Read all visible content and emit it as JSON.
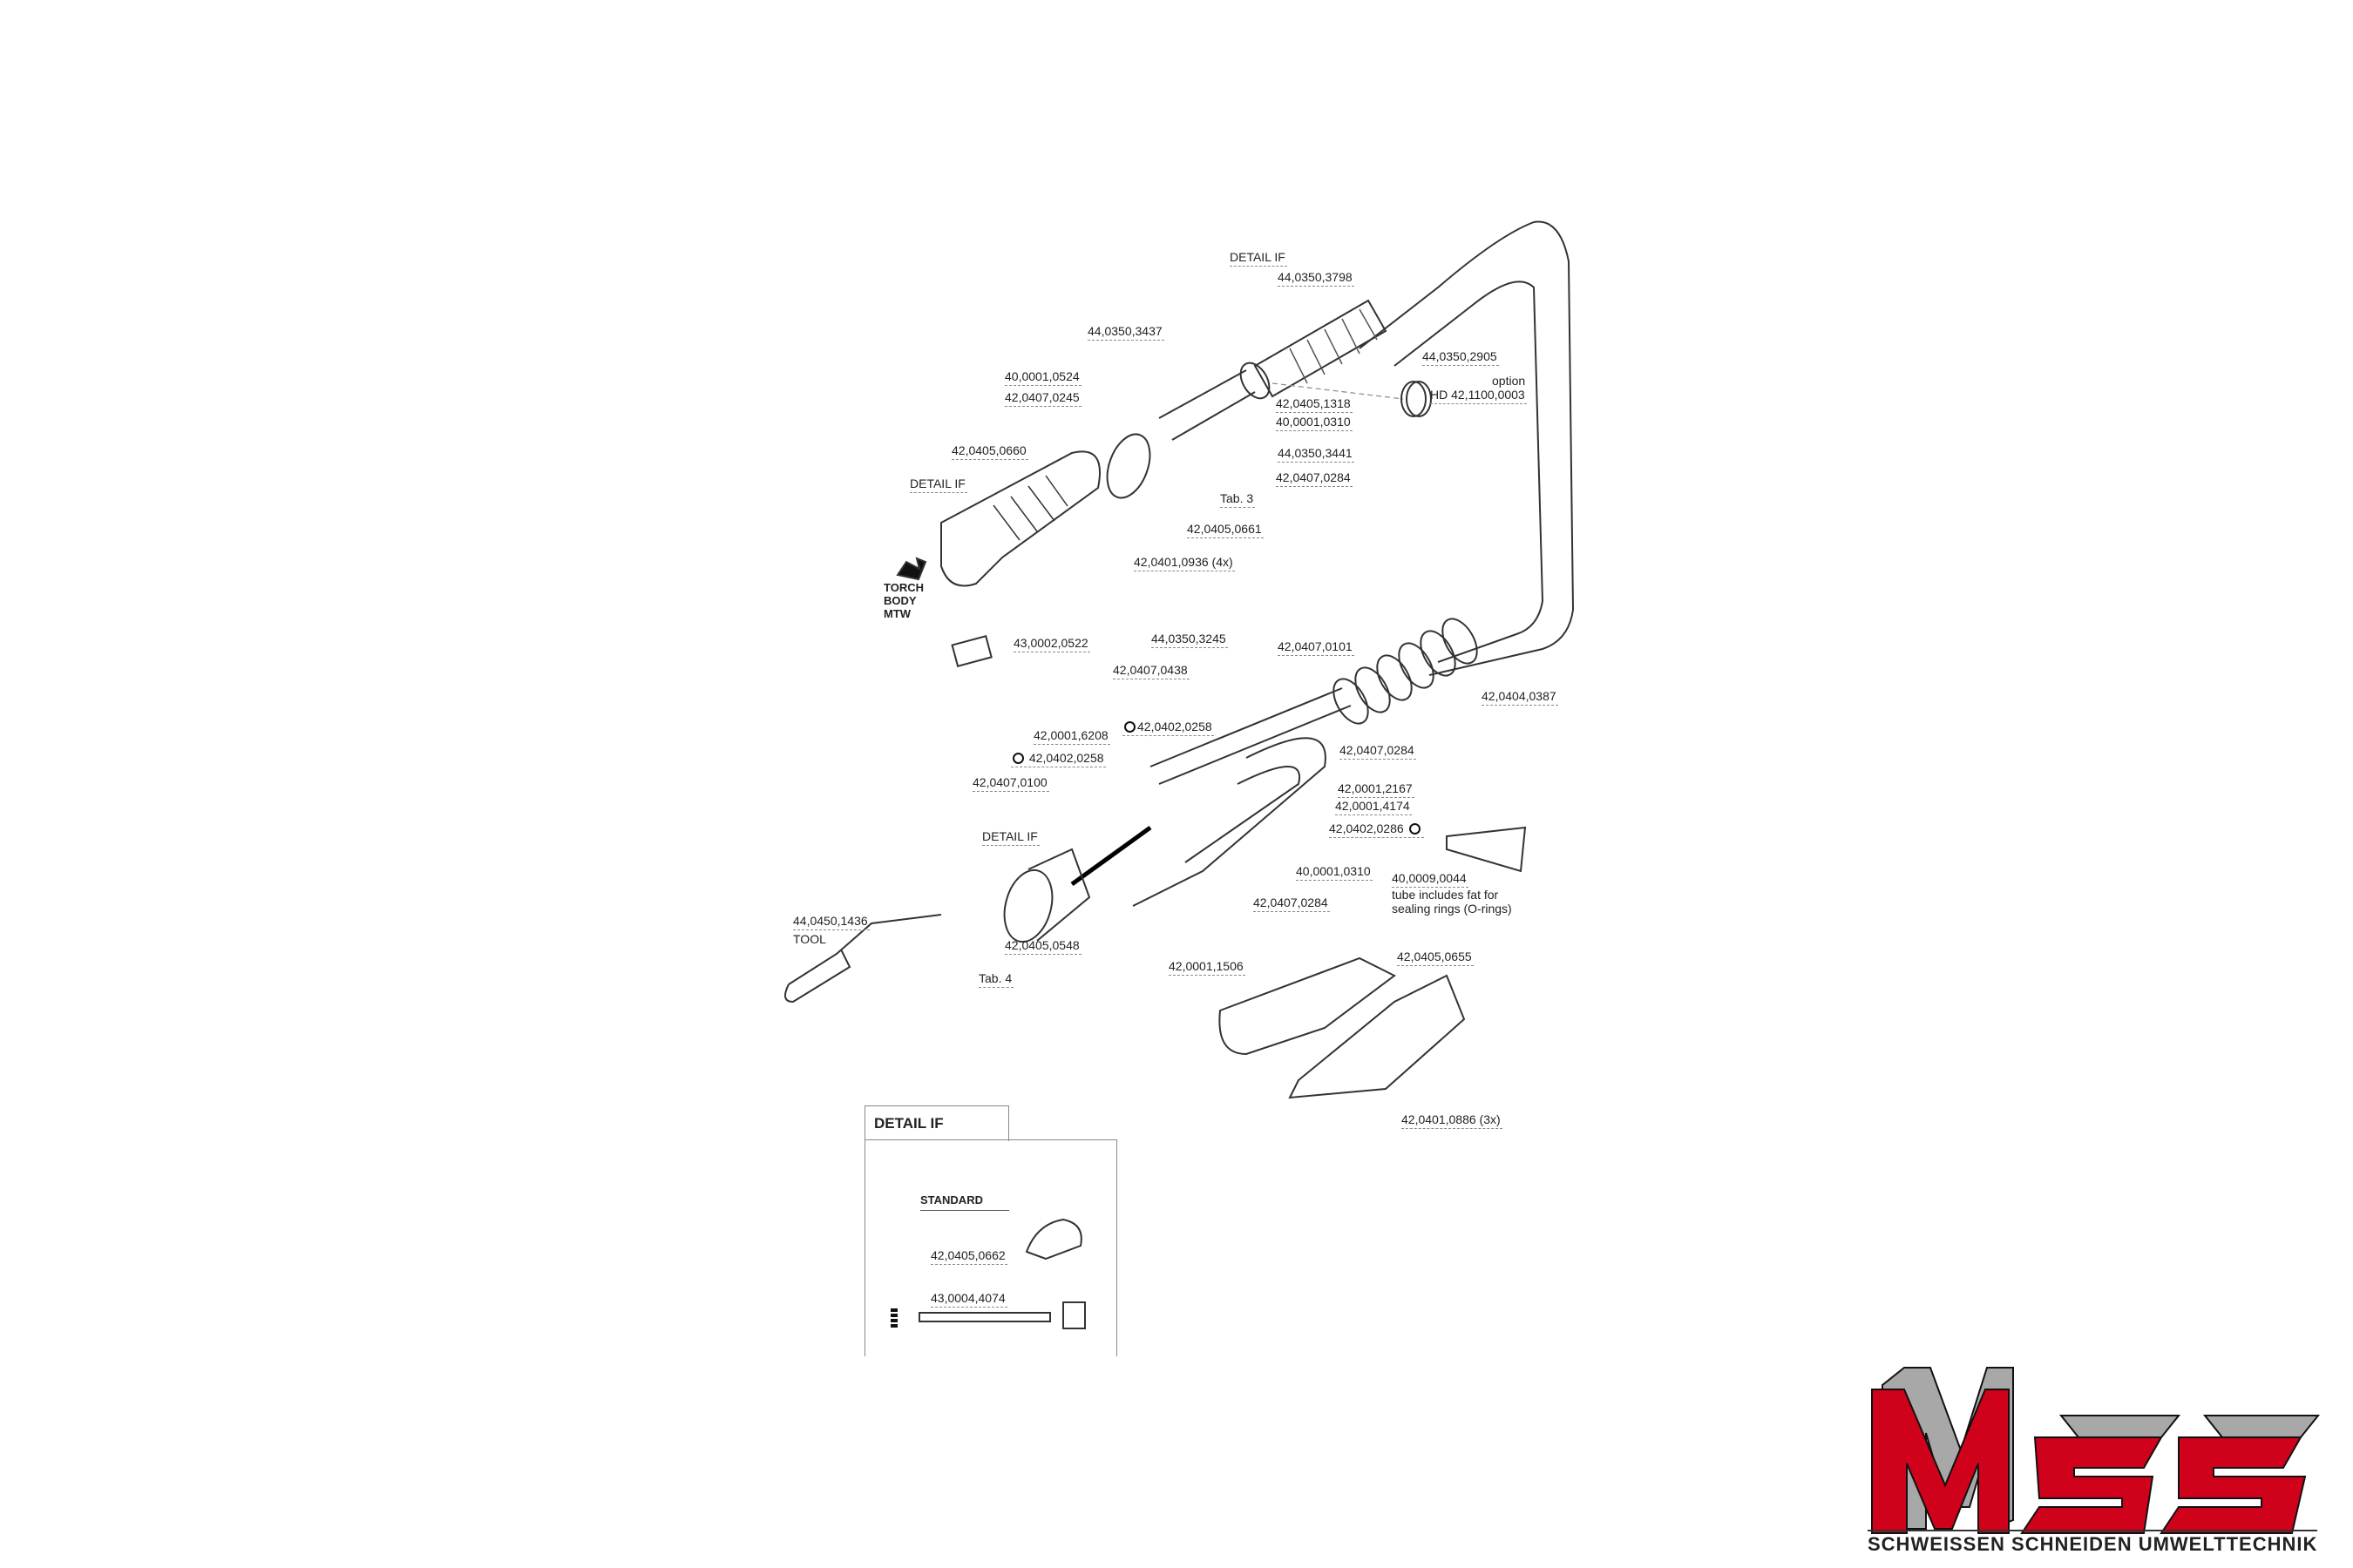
{
  "labels": {
    "detail_if_top": "DETAIL IF",
    "p_44_0350_3798": "44,0350,3798",
    "p_44_0350_3437": "44,0350,3437",
    "p_44_0350_2905": "44,0350,2905",
    "option": "option",
    "hd_option": "HD 42,1100,0003",
    "p_40_0001_0524": "40,0001,0524",
    "p_42_0407_0245": "42,0407,0245",
    "p_42_0405_1318": "42,0405,1318",
    "p_40_0001_0310_a": "40,0001,0310",
    "p_44_0350_3441": "44,0350,3441",
    "p_42_0407_0284_a": "42,0407,0284",
    "tab3": "Tab. 3",
    "p_42_0405_0660": "42,0405,0660",
    "detail_if_left": "DETAIL IF",
    "p_42_0405_0661": "42,0405,0661",
    "p_42_0401_0936": "42,0401,0936  (4x)",
    "torch_body_1": "TORCH",
    "torch_body_2": "BODY",
    "torch_body_3": "MTW",
    "p_43_0002_0522": "43,0002,0522",
    "p_44_0350_3245": "44,0350,3245",
    "p_42_0407_0101": "42,0407,0101",
    "p_42_0407_0438": "42,0407,0438",
    "p_42_0404_0387": "42,0404,0387",
    "p_42_0001_6208": "42,0001,6208",
    "p_42_0402_0258_a": "42,0402,0258",
    "p_42_0402_0258_b": "42,0402,0258",
    "p_42_0407_0284_b": "42,0407,0284",
    "p_42_0407_0100": "42,0407,0100",
    "p_42_0001_2167": "42,0001,2167",
    "p_42_0001_4174": "42,0001,4174",
    "p_42_0402_0286": "42,0402,0286",
    "detail_if_mid": "DETAIL IF",
    "p_40_0001_0310_b": "40,0001,0310",
    "p_40_0009_0044": "40,0009,0044",
    "tube_note_1": "tube includes fat for",
    "tube_note_2": "sealing rings (O-rings)",
    "p_42_0407_0284_c": "42,0407,0284",
    "p_44_0450_1436": "44,0450,1436",
    "tool": "TOOL",
    "p_42_0405_0548": "42,0405,0548",
    "p_42_0001_1506": "42,0001,1506",
    "tab4": "Tab. 4",
    "p_42_0405_0655": "42,0405,0655",
    "p_42_0401_0886": "42,0401,0886 (3x)"
  },
  "detail_box": {
    "title": "DETAIL IF",
    "standard": "STANDARD",
    "p_42_0405_0662": "42,0405,0662",
    "p_43_0004_4074": "43,0004,4074"
  },
  "logo": {
    "text": "MSS",
    "subtitle": "SCHWEISSEN SCHNEIDEN UMWELTTECHNIK",
    "red": "#d0021b",
    "grey": "#a8a8a8"
  }
}
